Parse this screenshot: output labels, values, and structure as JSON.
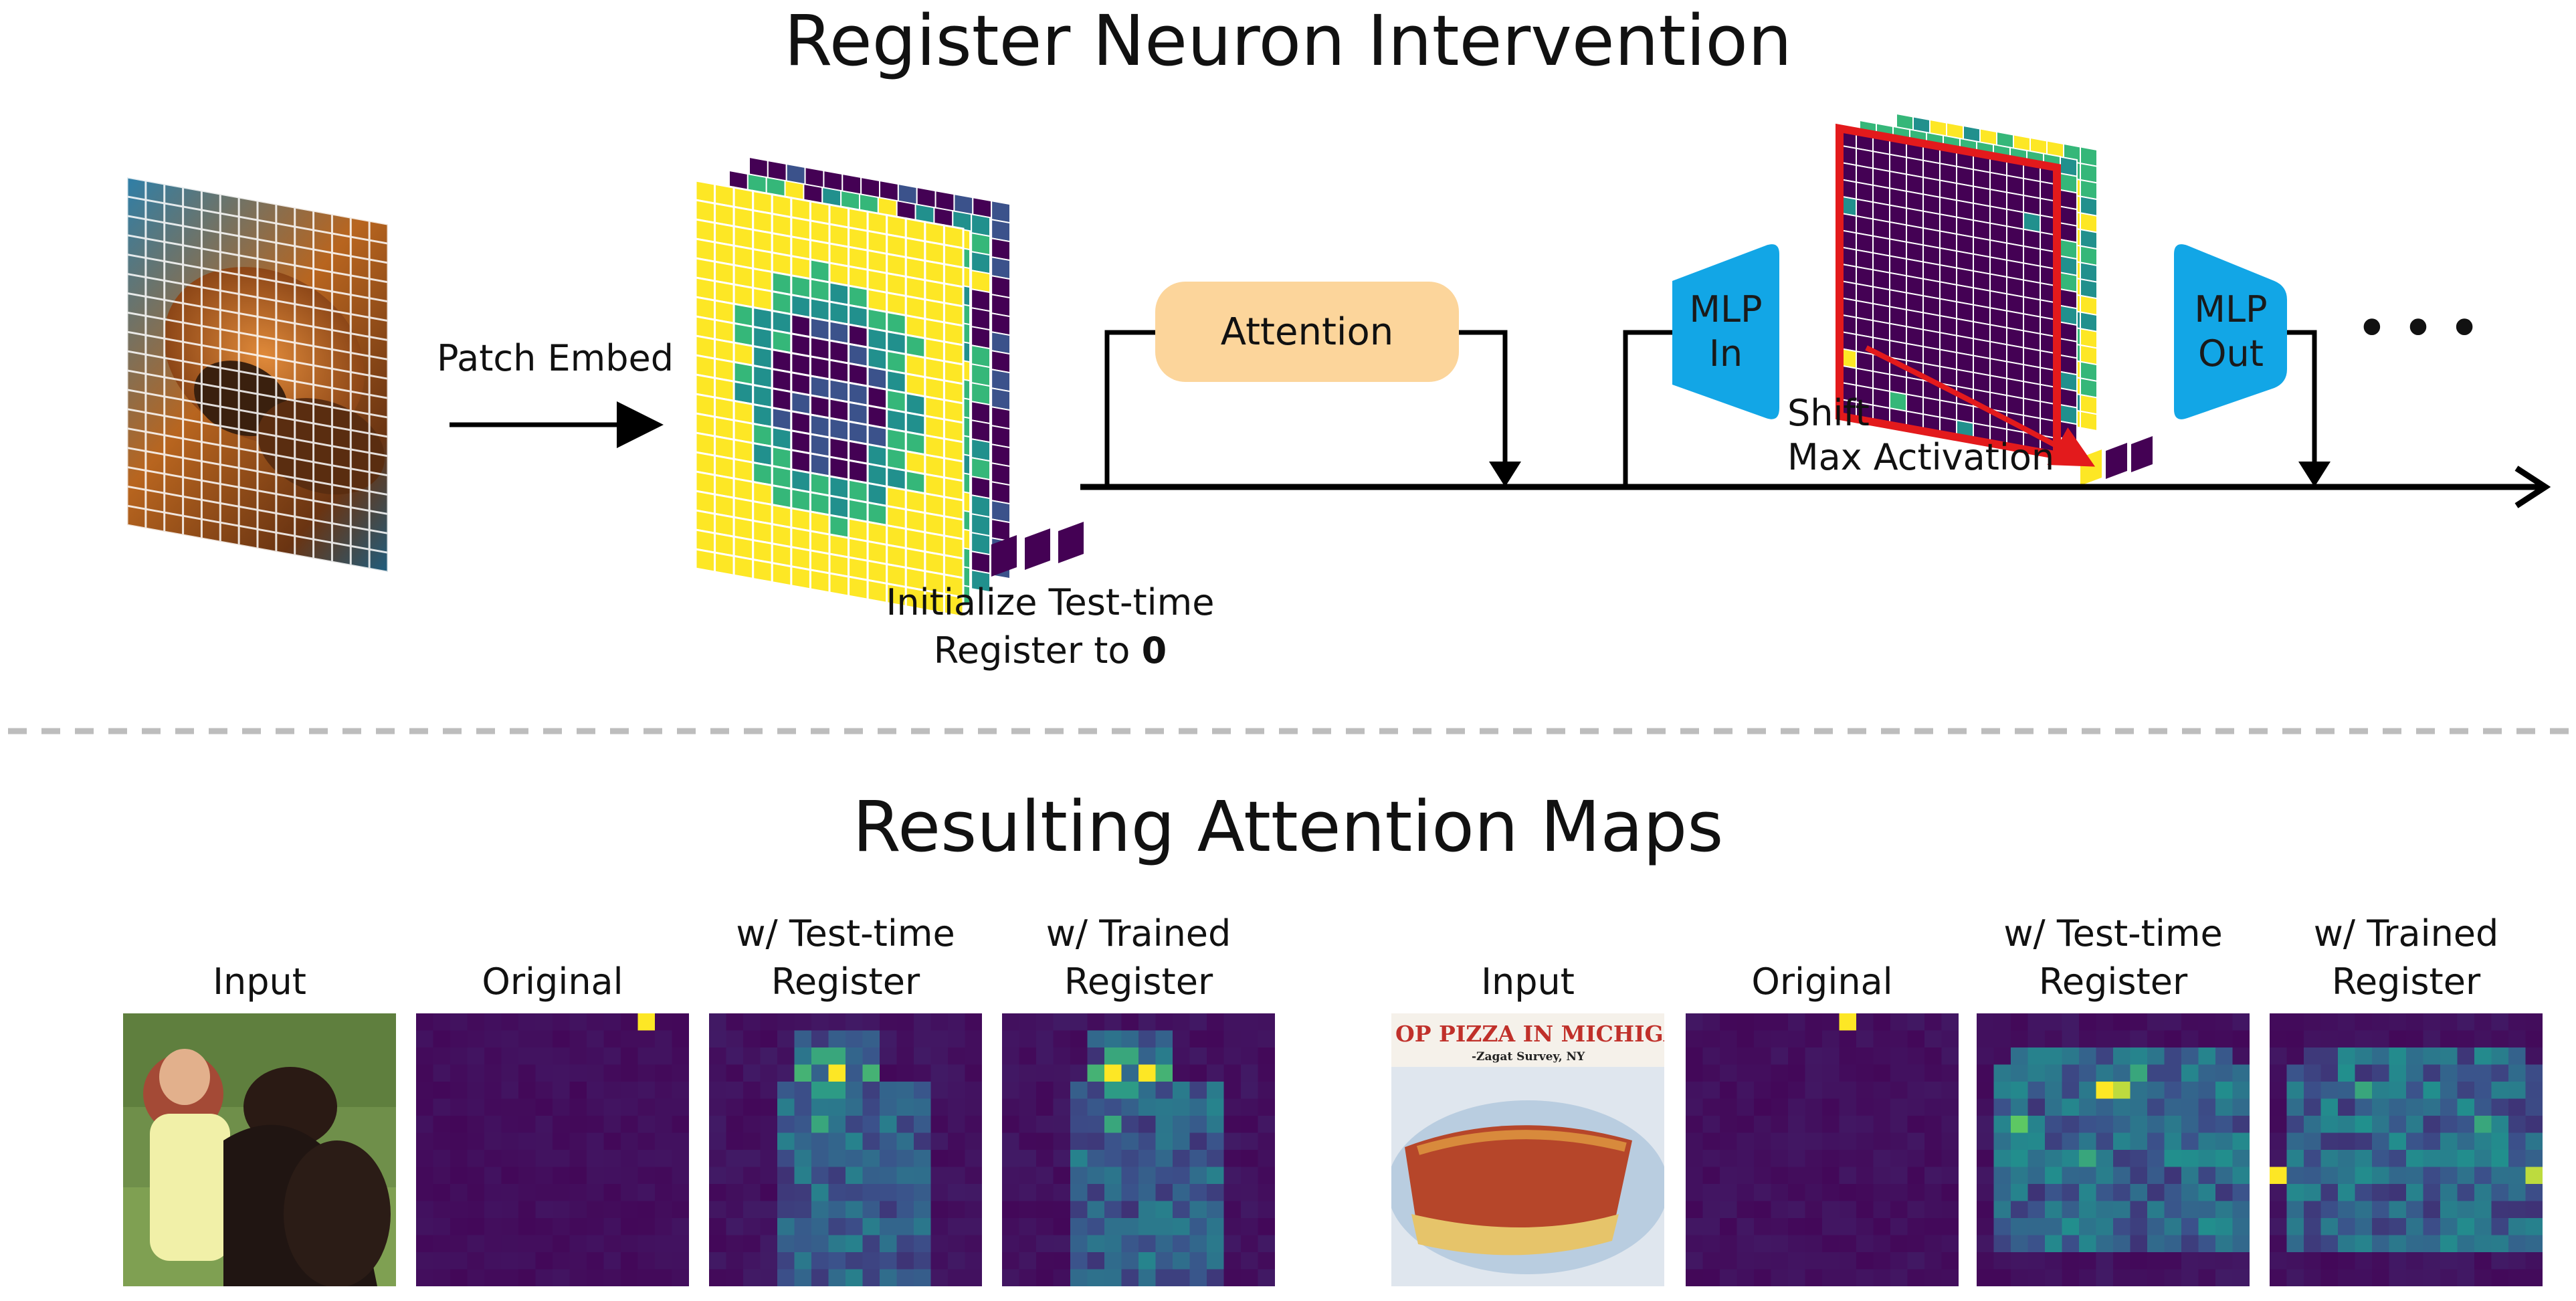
{
  "top": {
    "title": "Register Neuron Intervention",
    "patch_embed_label": "Patch Embed",
    "init_register_line1": "Initialize Test-time",
    "init_register_line2": "Register to ",
    "init_register_bold": "0",
    "attention_label": "Attention",
    "mlp_in_line1": "MLP",
    "mlp_in_line2": "In",
    "mlp_out_line1": "MLP",
    "mlp_out_line2": "Out",
    "shift_line1": "Shift",
    "shift_line2": "Max Activation",
    "ellipsis": "• • •"
  },
  "bottom": {
    "title": "Resulting Attention Maps",
    "columns_left": [
      {
        "line1": "",
        "line2": "Input"
      },
      {
        "line1": "",
        "line2": "Original"
      },
      {
        "line1": "w/ Test-time",
        "line2": "Register"
      },
      {
        "line1": "w/ Trained",
        "line2": "Register"
      }
    ],
    "columns_right": [
      {
        "line1": "",
        "line2": "Input"
      },
      {
        "line1": "",
        "line2": "Original"
      },
      {
        "line1": "w/ Test-time",
        "line2": "Register"
      },
      {
        "line1": "w/ Trained",
        "line2": "Register"
      }
    ],
    "pizza_sign_line1": "OP PIZZA IN MICHIGAN\"",
    "pizza_sign_line2": "-Zagat Survey, NY"
  },
  "colors": {
    "viridis_dark": "#440154",
    "viridis_yellow": "#fde725",
    "viridis_green": "#35b779",
    "viridis_teal": "#21908d",
    "viridis_blue": "#3b528b",
    "mlp_blue": "#12a6e6",
    "attention_fill": "#fcd59b",
    "highlight_red": "#e31a1c"
  }
}
